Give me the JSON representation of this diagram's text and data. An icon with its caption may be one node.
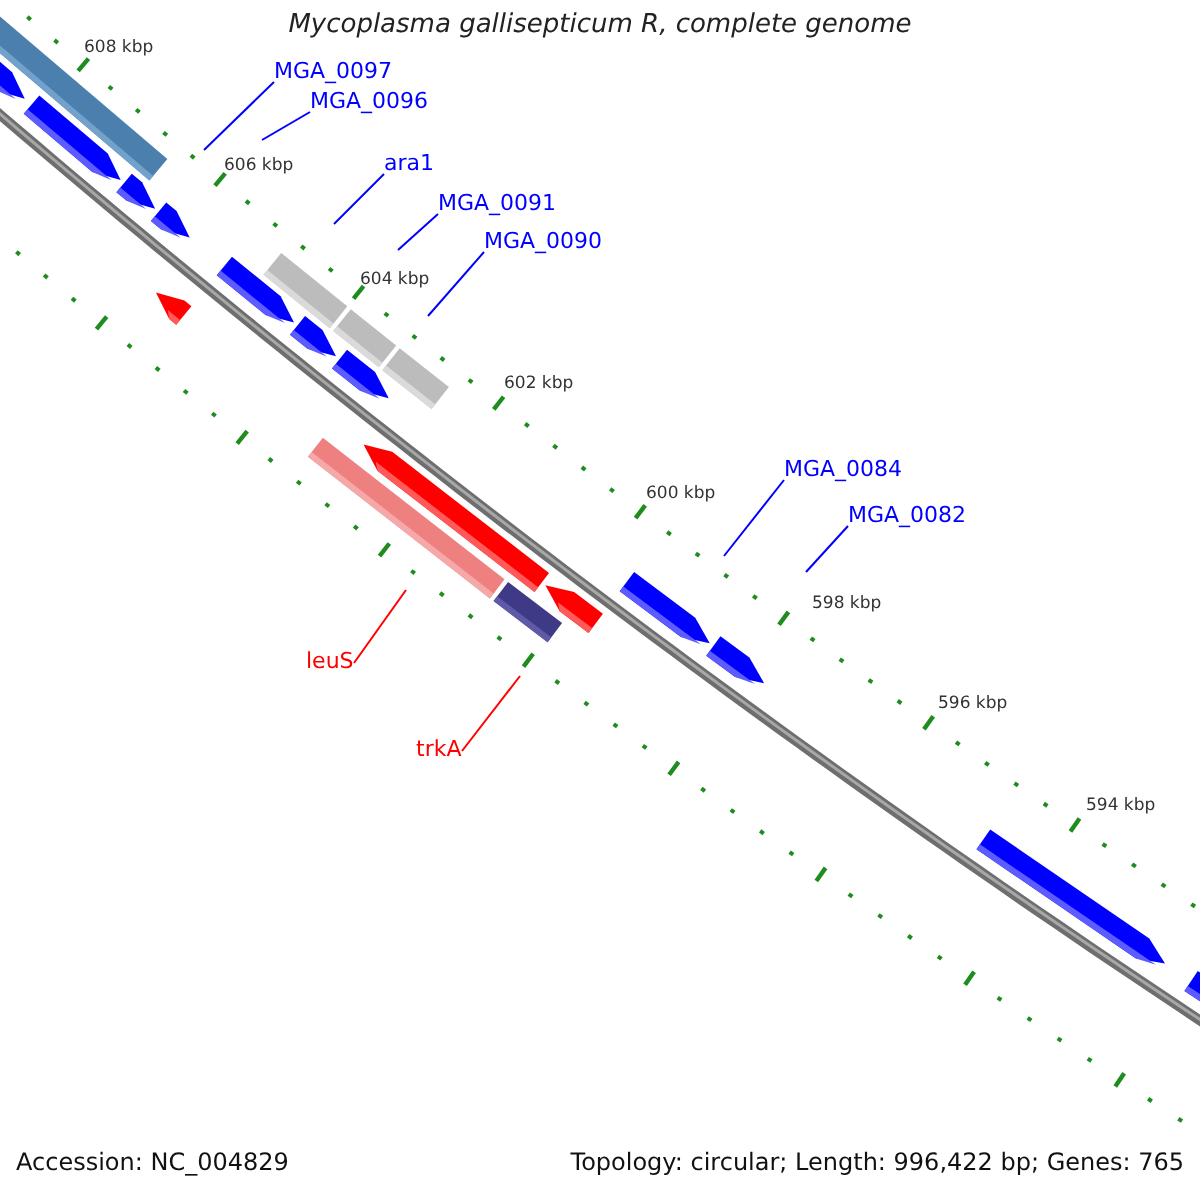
{
  "diagram": {
    "title": "Mycoplasma gallisepticum R, complete genome",
    "nodes": [
      {
        "text": [
          "MGA_0097"
        ]
      },
      {
        "text": [
          "MGA_0096"
        ]
      },
      {
        "text": [
          "ara1"
        ]
      },
      {
        "text": [
          "MGA_0091"
        ]
      },
      {
        "text": [
          "MGA_0090"
        ]
      },
      {
        "text": [
          "MGA_0084"
        ]
      },
      {
        "text": [
          "MGA_0082"
        ]
      },
      {
        "text": [
          "leuS"
        ]
      },
      {
        "text": [
          "trkA"
        ]
      }
    ],
    "edges": [
      {
        "from": 0,
        "to": null,
        "arrow": "none"
      },
      {
        "from": 1,
        "to": null,
        "arrow": "none"
      },
      {
        "from": 2,
        "to": null,
        "arrow": "none"
      },
      {
        "from": 3,
        "to": null,
        "arrow": "none"
      },
      {
        "from": 4,
        "to": null,
        "arrow": "none"
      },
      {
        "from": 5,
        "to": null,
        "arrow": "none"
      },
      {
        "from": 6,
        "to": null,
        "arrow": "none"
      },
      {
        "from": 7,
        "to": null,
        "arrow": "none",
        "color": "#ff0000"
      },
      {
        "from": 8,
        "to": null,
        "arrow": "none",
        "color": "#ff0000"
      }
    ],
    "labels": [
      "608 kbp",
      "606 kbp",
      "604 kbp",
      "602 kbp",
      "600 kbp",
      "598 kbp",
      "596 kbp",
      "594 kbp",
      "Accession: NC_004829",
      "Topology: circular; Length: 996,422 bp; Genes: 765"
    ]
  }
}
